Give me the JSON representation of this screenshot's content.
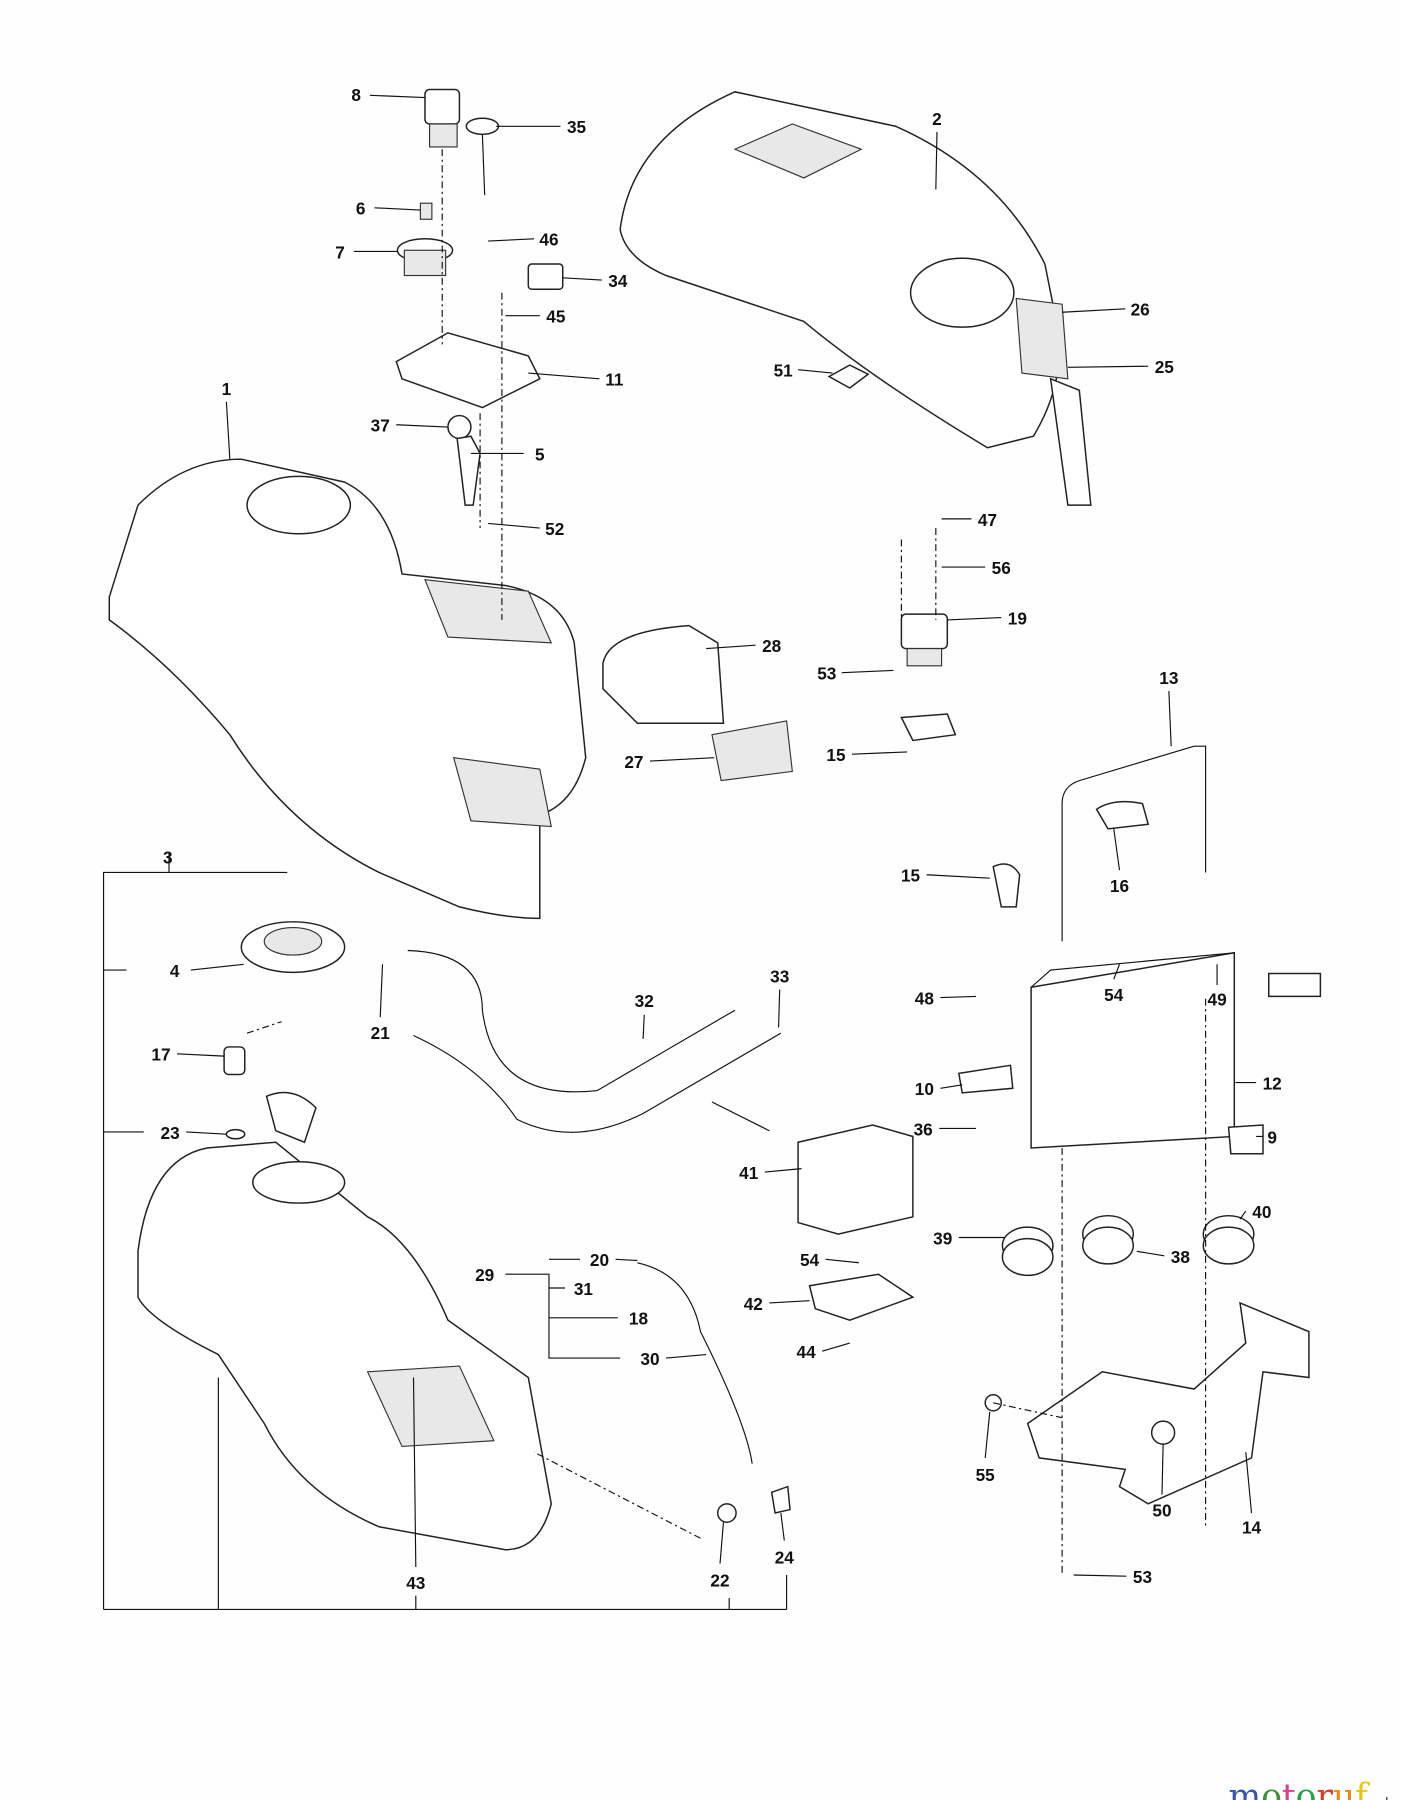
{
  "diagram": {
    "labels": [
      "8",
      "35",
      "6",
      "46",
      "7",
      "34",
      "45",
      "11",
      "1",
      "37",
      "5",
      "52",
      "2",
      "26",
      "25",
      "51",
      "47",
      "56",
      "19",
      "28",
      "53",
      "27",
      "15",
      "13",
      "15",
      "16",
      "3",
      "4",
      "21",
      "32",
      "33",
      "17",
      "48",
      "54",
      "49",
      "12",
      "10",
      "36",
      "23",
      "9",
      "41",
      "39",
      "38",
      "40",
      "54",
      "20",
      "29",
      "31",
      "18",
      "42",
      "44",
      "30",
      "55",
      "50",
      "14",
      "22",
      "24",
      "43",
      "53"
    ]
  },
  "watermark": {
    "brand": "motoruf",
    "suffix": ".de",
    "colors": [
      "#3b55a5",
      "#3f8f3f",
      "#d6438c",
      "#2f9e4a",
      "#d33b2c",
      "#e88a1a",
      "#e6c21a"
    ]
  }
}
